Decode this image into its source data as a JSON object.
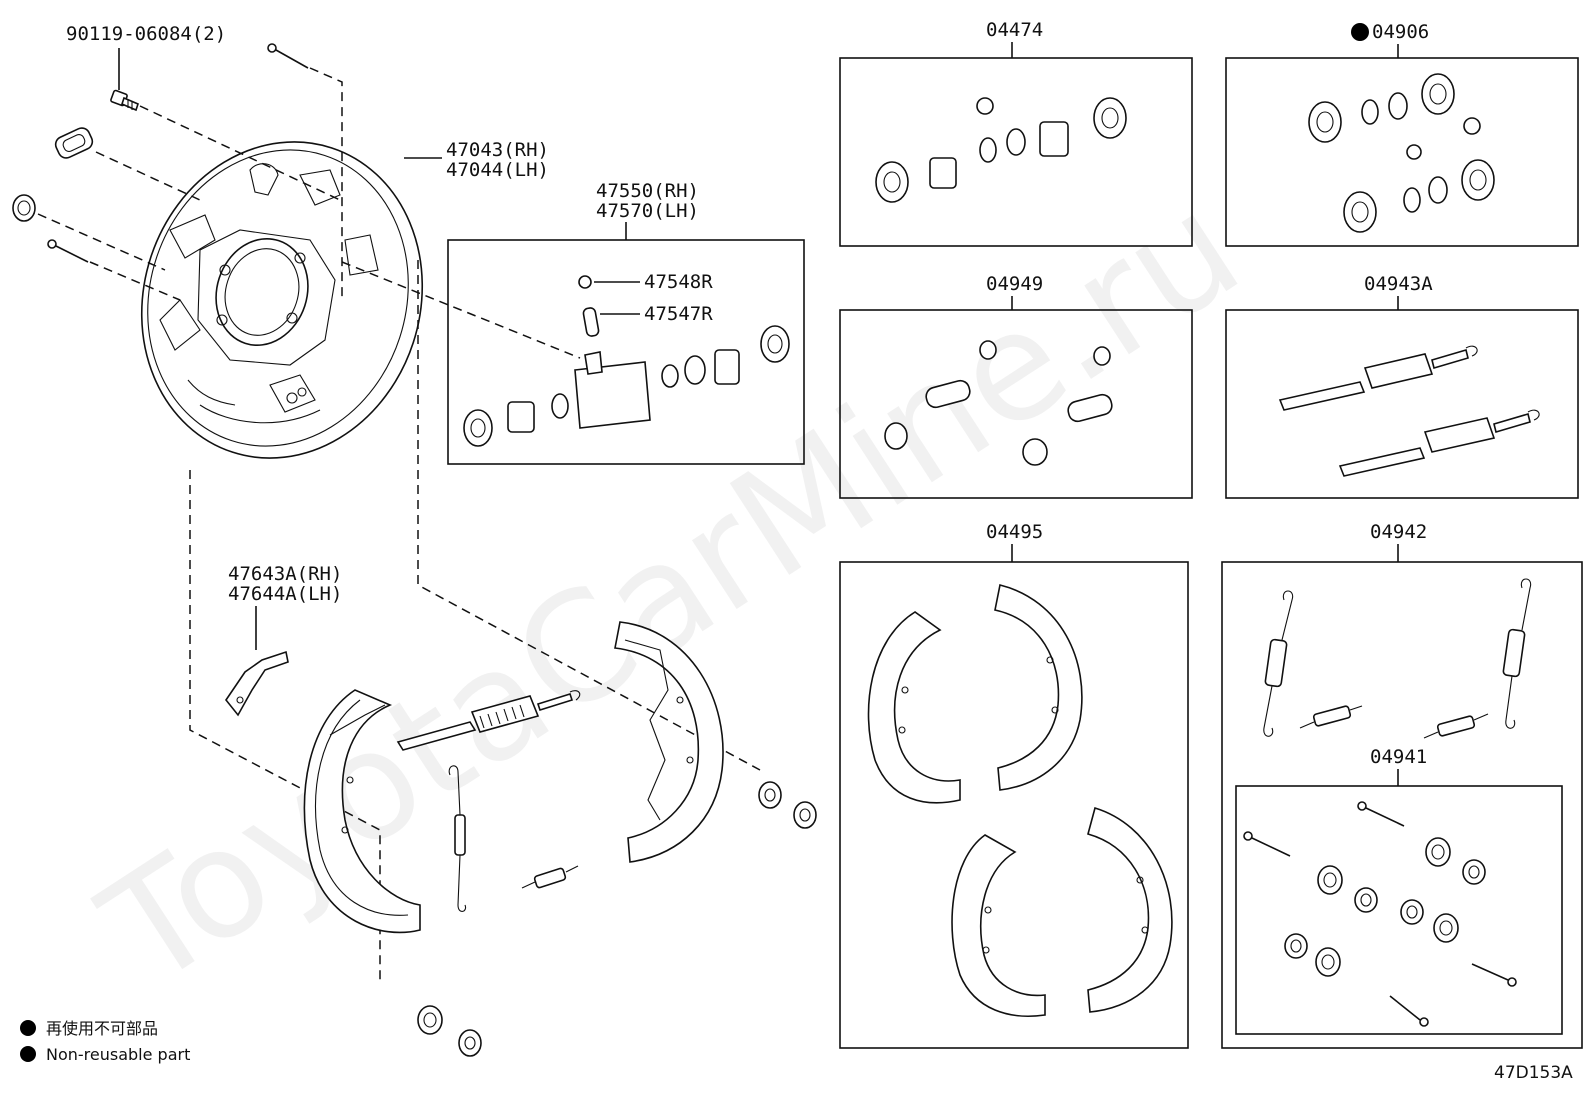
{
  "watermark": "ToyotaCarMine.ru",
  "diagram_code": "47D153A",
  "legend": {
    "jp": "再使用不可部品",
    "en": "Non-reusable part",
    "marker_color": "#000000"
  },
  "callouts": {
    "bolt": "90119-06084(2)",
    "backing_plate_rh": "47043(RH)",
    "backing_plate_lh": "47044(LH)",
    "cylinder_rh": "47550(RH)",
    "cylinder_lh": "47570(LH)",
    "bleeder_cap": "47548R",
    "bleeder_plug": "47547R",
    "lever_rh": "47643A(RH)",
    "lever_lh": "47644A(LH)"
  },
  "kits": {
    "cylinder_repair_kit": "04474",
    "cup_kit": "04906",
    "boot_kit": "04949",
    "adjuster_kit": "04943A",
    "shoe_set": "04495",
    "spring_kit": "04942",
    "hold_down_kit": "04941"
  },
  "colors": {
    "line": "#111111",
    "watermark": "#d8d8d8"
  }
}
